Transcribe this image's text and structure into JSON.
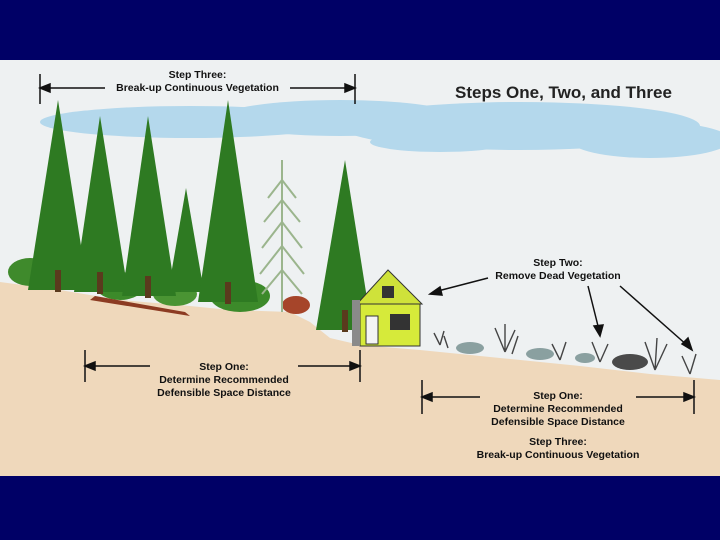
{
  "title": "Steps One, Two, and Three",
  "labels": {
    "top_left": {
      "line1": "Step Three:",
      "line2": "Break-up Continuous Vegetation"
    },
    "step_two": {
      "line1": "Step Two:",
      "line2": "Remove Dead Vegetation"
    },
    "bottom_left": {
      "line1": "Step One:",
      "line2": "Determine Recommended",
      "line3": "Defensible Space Distance"
    },
    "bottom_right_one": {
      "line1": "Step One:",
      "line2": "Determine Recommended",
      "line3": "Defensible Space Distance"
    },
    "bottom_right_three": {
      "line1": "Step Three:",
      "line2": "Break-up Continuous Vegetation"
    }
  },
  "colors": {
    "frame": "#000066",
    "sky": "#ecf0f1",
    "cloud": "#a9d2e9",
    "ground": "#eed7b9",
    "tree": "#2f7a23",
    "house": "#d6ea3a"
  }
}
